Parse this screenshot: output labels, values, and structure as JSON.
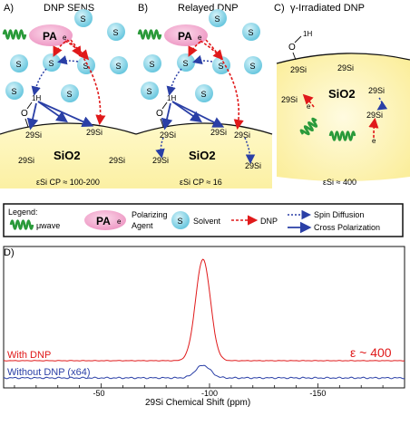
{
  "panel_a": {
    "label": "A)",
    "title": "DNP SENS",
    "pa": "PA",
    "e": "e",
    "s": "S",
    "h": "1H",
    "o": "O",
    "si": "29Si",
    "sio2": "SiO2",
    "eps": "εSi CP ≈ 100-200"
  },
  "panel_b": {
    "label": "B)",
    "title": "Relayed DNP",
    "pa": "PA",
    "e": "e",
    "s": "S",
    "h": "1H",
    "o": "O",
    "si": "29Si",
    "sio2": "SiO2",
    "eps": "εSi CP ≈ 16"
  },
  "panel_c": {
    "label": "C)",
    "title": "γ-Irradiated DNP",
    "h": "1H",
    "o": "O",
    "si": "29Si",
    "sio2": "SiO2",
    "e": "e",
    "eps": "εSi ≈ 400"
  },
  "legend": {
    "title": "Legend:",
    "microwave": "μwave",
    "pa": "PA",
    "e": "e",
    "agent_line1": "Polarizing",
    "agent_line2": "Agent",
    "s": "S",
    "solvent": "Solvent",
    "dnp": "DNP",
    "spin_diffusion": "Spin Diffusion",
    "cross_polarization": "Cross Polarization"
  },
  "panel_d": {
    "label": "D)",
    "with_dnp": "With DNP",
    "without_dnp": "Without DNP (x64)",
    "epsilon": "ε ~ 400",
    "xlabel": "29Si Chemical Shift (ppm)",
    "ticks": [
      "-50",
      "-100",
      "-150"
    ]
  },
  "colors": {
    "red": "#e0191a",
    "blue": "#2a3fa6",
    "green": "#2a9a3a",
    "cyan": "#7fd3e6",
    "pink": "#f2a9cf",
    "silica": "#fbf6b0"
  },
  "chart_data": {
    "type": "line",
    "xlabel": "29Si Chemical Shift (ppm)",
    "xlim": [
      -5,
      -190
    ],
    "x_ticks": [
      -50,
      -100,
      -150
    ],
    "series": [
      {
        "name": "With DNP",
        "peak_center": -97,
        "peak_width_ppm": 8,
        "relative_height": 1.0,
        "color": "#e0191a"
      },
      {
        "name": "Without DNP (x64)",
        "peak_center": -97,
        "peak_width_ppm": 8,
        "relative_height": 0.09,
        "color": "#2a3fa6"
      }
    ]
  }
}
